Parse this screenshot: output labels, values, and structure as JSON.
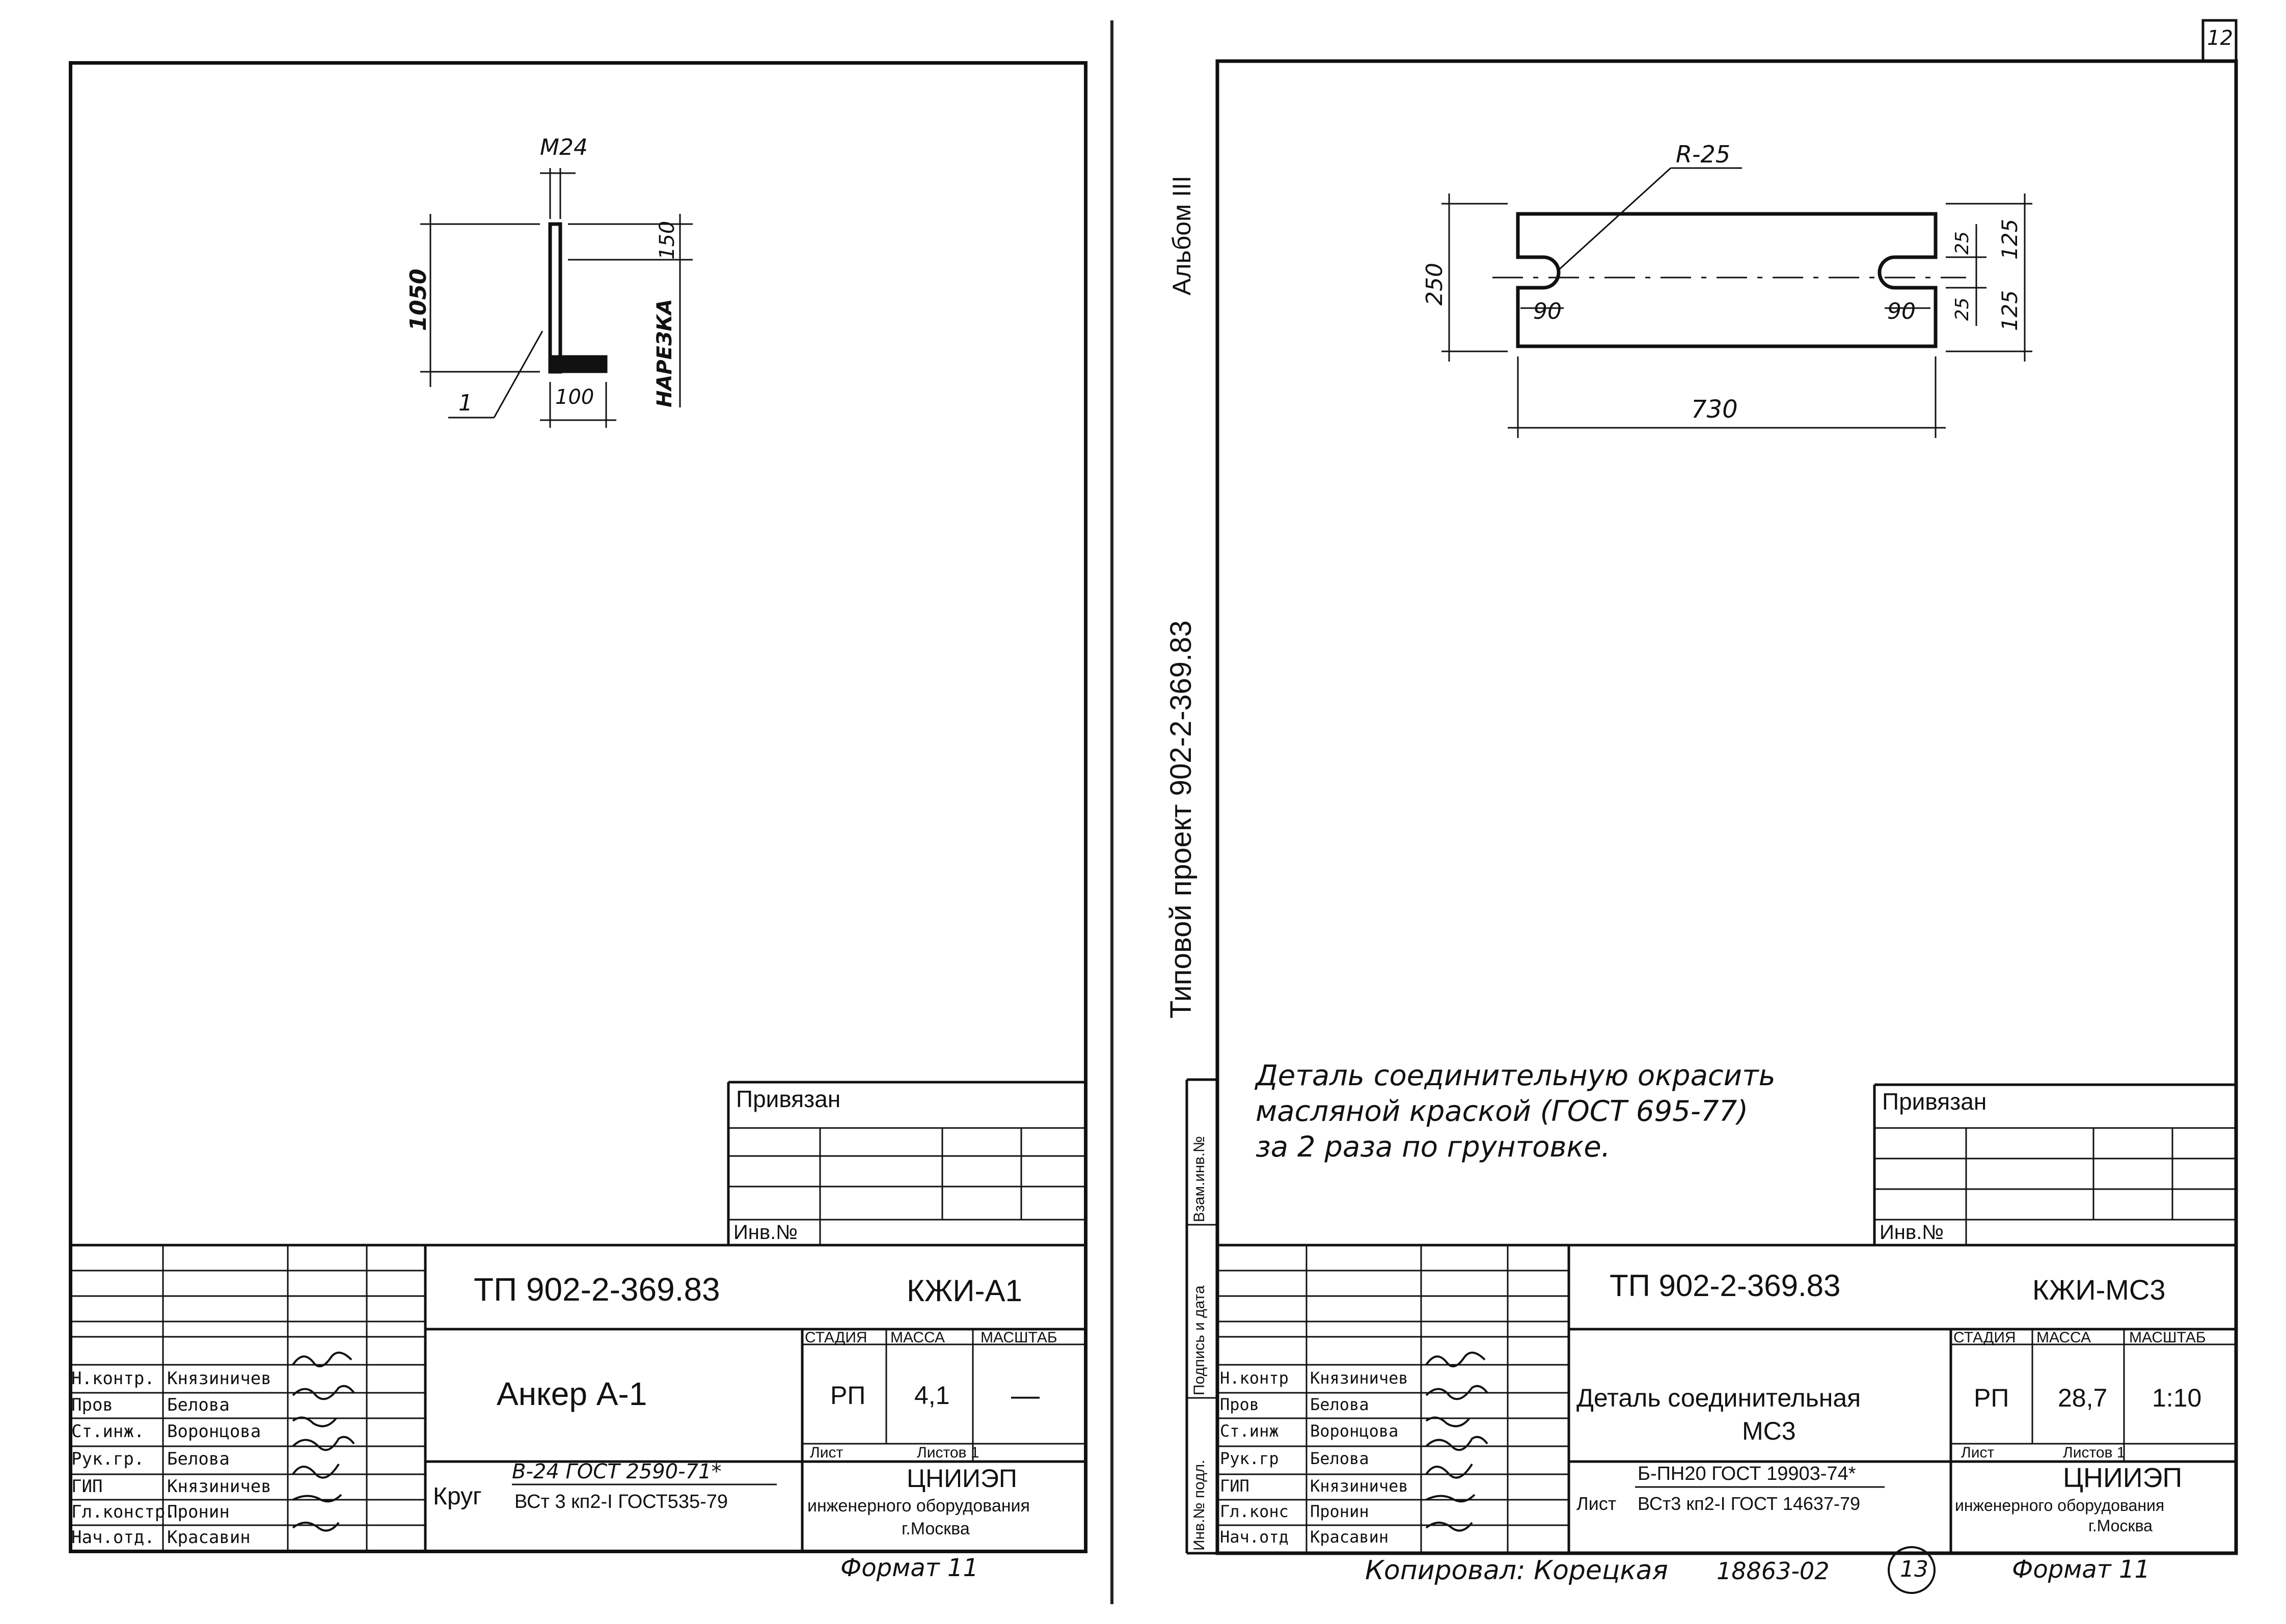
{
  "left_sheet": {
    "drawing": {
      "bolt_label": "M24",
      "dim_height": "1050",
      "dim_thread": "150",
      "dim_foot": "100",
      "cut_label": "НАРЕЗКА",
      "part_label": "1"
    },
    "privyazan": "Привязан",
    "inv_no": "Инв.№",
    "project_code": "ТП 902-2-369.83",
    "sheet_mark": "КЖИ-А1",
    "title": "Анкер А-1",
    "stage_hdr": "СТАДИЯ",
    "mass_hdr": "МАССА",
    "scale_hdr": "МАСШТАБ",
    "stage": "РП",
    "mass": "4,1",
    "scale": "—",
    "list_hdr": "Лист",
    "lists_hdr": "Листов 1",
    "material_prefix": "Круг",
    "material_top": "В-24 ГОСТ 2590-71*",
    "material_bottom": "ВСт 3 кп2-I ГОСТ535-79",
    "org_name": "ЦНИИЭП",
    "org_sub": "инженерного оборудования",
    "org_city": "г.Москва",
    "format": "Формат 11",
    "staff": [
      {
        "role": "Н.контр.",
        "name": "Князиничев"
      },
      {
        "role": "Пров",
        "name": "Белова"
      },
      {
        "role": "Ст.инж.",
        "name": "Воронцова"
      },
      {
        "role": "Рук.гр.",
        "name": "Белова"
      },
      {
        "role": "ГИП",
        "name": "Князиничев"
      },
      {
        "role": "Гл.констр.",
        "name": "Пронин"
      },
      {
        "role": "Нач.отд.",
        "name": "Красавин"
      }
    ]
  },
  "right_sheet": {
    "drawing": {
      "radius": "R-25",
      "dim_250": "250",
      "dim_90_left": "90",
      "dim_90_right": "90",
      "dim_25_top": "25",
      "dim_25_bottom": "25",
      "dim_125_top": "125",
      "dim_125_bottom": "125",
      "dim_730": "730"
    },
    "note_lines": [
      "Деталь соединительную окрасить",
      "масляной краской (ГОСТ 695-77)",
      "за 2 раза по грунтовке."
    ],
    "privyazan": "Привязан",
    "inv_no": "Инв.№",
    "project_code": "ТП 902-2-369.83",
    "sheet_mark": "КЖИ-МС3",
    "title_line1": "Деталь соединительная",
    "title_line2": "МС3",
    "stage_hdr": "СТАДИЯ",
    "mass_hdr": "МАССА",
    "scale_hdr": "МАСШТАБ",
    "stage": "РП",
    "mass": "28,7",
    "scale": "1:10",
    "list_hdr": "Лист",
    "lists_hdr": "Листов 1",
    "material_prefix": "Лист",
    "material_top": "Б-ПН20 ГОСТ 19903-74*",
    "material_bottom": "ВСт3 кп2-I ГОСТ 14637-79",
    "org_name": "ЦНИИЭП",
    "org_sub": "инженерного оборудования",
    "org_city": "г.Москва",
    "format": "Формат 11",
    "staff": [
      {
        "role": "Н.контр",
        "name": "Князиничев"
      },
      {
        "role": "Пров",
        "name": "Белова"
      },
      {
        "role": "Ст.инж",
        "name": "Воронцова"
      },
      {
        "role": "Рук.гр",
        "name": "Белова"
      },
      {
        "role": "ГИП",
        "name": "Князиничев"
      },
      {
        "role": "Гл.конс",
        "name": "Пронин"
      },
      {
        "role": "Нач.отд",
        "name": "Красавин"
      }
    ],
    "side_stamp": {
      "album": "Альбом III",
      "project": "Типовой проект 902-2-369.83",
      "inv_podl": "Инв.№ подл.",
      "podpis": "Подпись и дата",
      "vzam": "Взам.инв.№"
    }
  },
  "footer": {
    "copied": "Копировал: Корецкая",
    "order": "18863-02",
    "page": "13"
  },
  "corner_page": "12"
}
